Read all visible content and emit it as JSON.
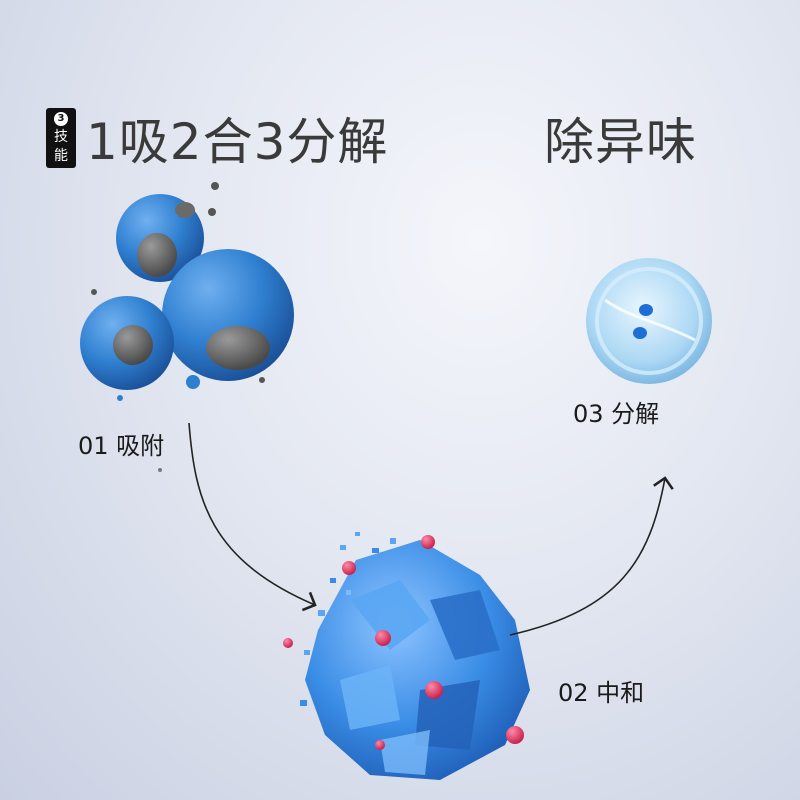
{
  "badge": {
    "number": "3",
    "line1": "技",
    "line2": "能"
  },
  "headline": {
    "left": "1吸2合3分解",
    "right": "除异味"
  },
  "steps": [
    {
      "label": "01 吸附"
    },
    {
      "label": "02 中和"
    },
    {
      "label": "03 分解"
    }
  ],
  "colors": {
    "particle_blue": "#2f7fd0",
    "crystal_blue": "#3a8de6",
    "cell_blue": "#a9d7f4",
    "pink_dot": "#e23a6a",
    "arrow": "#222222"
  }
}
